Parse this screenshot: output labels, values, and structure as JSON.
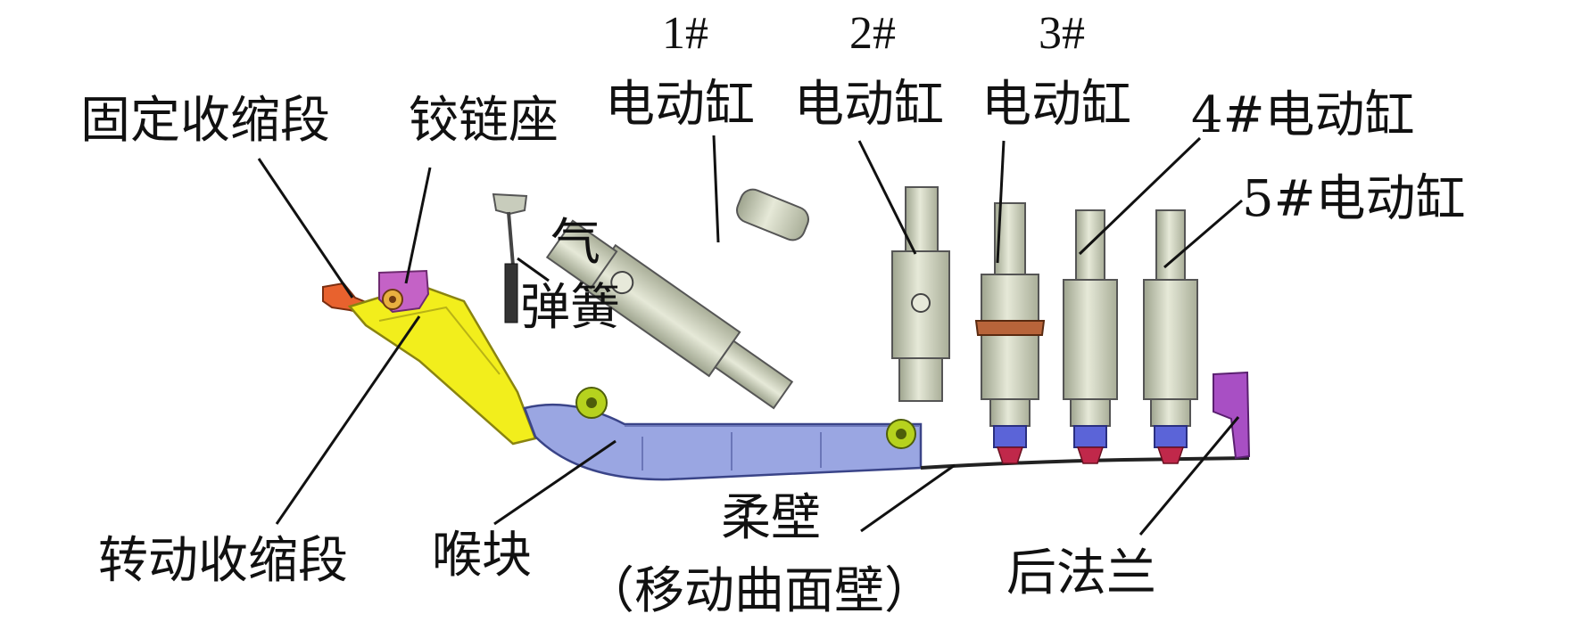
{
  "labels": {
    "fixed_converging_section": "固定收缩段",
    "hinge_seat": "铰链座",
    "actuator_1_number": "1#",
    "actuator_1_name": "电动缸",
    "actuator_2_number": "2#",
    "actuator_2_name": "电动缸",
    "actuator_3_number": "3#",
    "actuator_3_name": "电动缸",
    "actuator_4": "4#电动缸",
    "actuator_5": "5#电动缸",
    "gas_spring_line1": "气",
    "gas_spring_line2": "弹簧",
    "rotating_converging_section": "转动收缩段",
    "throat_block": "喉块",
    "flexible_wall_line1": "柔壁",
    "flexible_wall_line2": "（移动曲面壁）",
    "rear_flange": "后法兰"
  },
  "colors": {
    "rotating_section": "#f2ee1c",
    "throat_block": "#9aa6e2",
    "hinge_seat": "#c462c6",
    "fixed_section": "#e8622e",
    "actuator_body": "#cfd3c0",
    "actuator_shade": "#9ea48e",
    "joint": "#b6d21e",
    "rear_flange": "#a84fc4",
    "nozzle_blue": "#5b64d8",
    "nozzle_red": "#c0284a",
    "leader_line": "#111111"
  }
}
